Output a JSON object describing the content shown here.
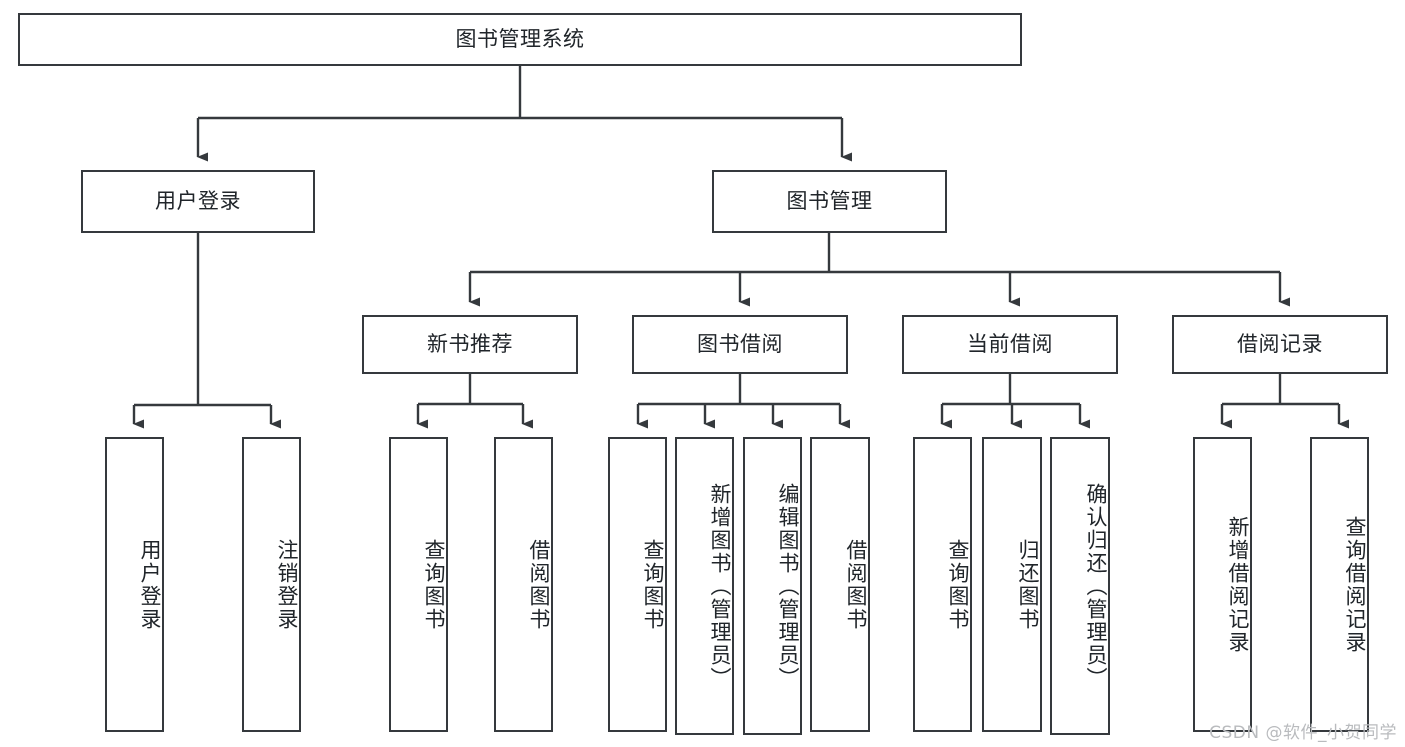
{
  "diagram": {
    "type": "tree-hierarchy",
    "title": "图书管理系统",
    "orientation": "top-down",
    "colors": {
      "box_border": "#35393d",
      "box_fill": "#ffffff",
      "text": "#20252a",
      "edge": "#35393d",
      "watermark": "#b9bbbe",
      "background": "#ffffff"
    }
  },
  "root": {
    "label": "图书管理系统"
  },
  "level2": [
    {
      "label": "用户登录"
    },
    {
      "label": "图书管理"
    }
  ],
  "level3": [
    {
      "label": "新书推荐"
    },
    {
      "label": "图书借阅"
    },
    {
      "label": "当前借阅"
    },
    {
      "label": "借阅记录"
    }
  ],
  "leaves": {
    "user_login": [
      {
        "label": "用户登录"
      },
      {
        "label": "注销登录"
      }
    ],
    "new_book_recommend": [
      {
        "label": "查询图书"
      },
      {
        "label": "借阅图书"
      }
    ],
    "book_borrow": [
      {
        "label": "查询图书"
      },
      {
        "label": "新增图书（管理员）"
      },
      {
        "label": "编辑图书（管理员）"
      },
      {
        "label": "借阅图书"
      }
    ],
    "current_borrow": [
      {
        "label": "查询图书"
      },
      {
        "label": "归还图书"
      },
      {
        "label": "确认归还（管理员）"
      }
    ],
    "borrow_record": [
      {
        "label": "新增借阅记录"
      },
      {
        "label": "查询借阅记录"
      }
    ]
  },
  "watermark": {
    "text": "CSDN @软件_小贺同学"
  }
}
